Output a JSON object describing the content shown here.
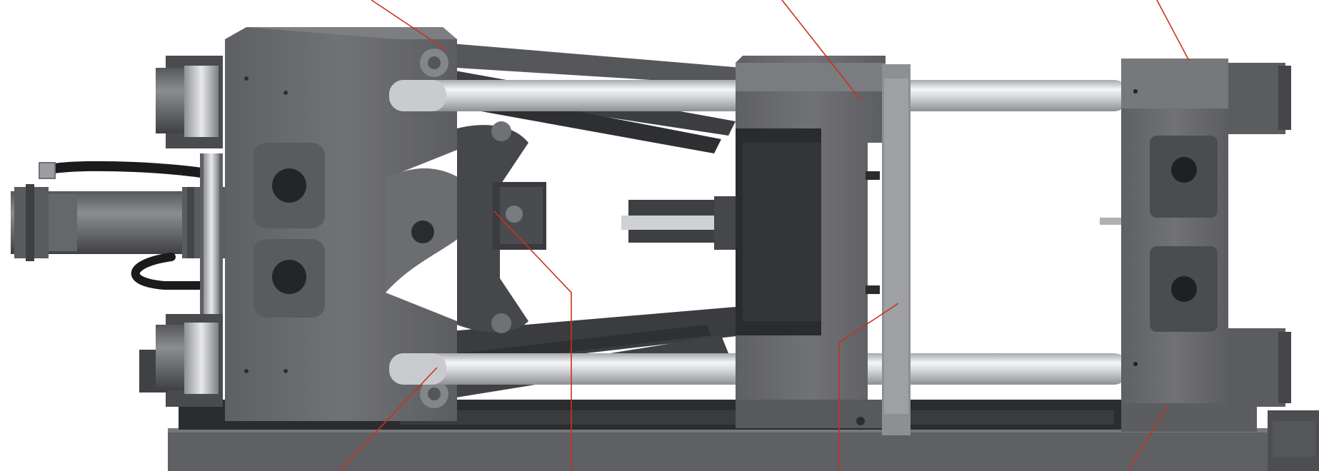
{
  "image": {
    "subject": "injection-molding-machine-clamping-unit",
    "callout_color": "#c8321e",
    "palette": {
      "frame": "#6b6c6f",
      "frame_dark": "#4a4b4e",
      "frame_light": "#85868a",
      "chrome": "#d9dadc",
      "chrome_dark": "#9c9ea2",
      "hose": "#1c1c1c",
      "base": "#5e5f62"
    },
    "callouts": [
      {
        "name": "toggle-link-callout"
      },
      {
        "name": "moving-platen-callout"
      },
      {
        "name": "fixed-platen-callout"
      },
      {
        "name": "tie-bar-callout"
      },
      {
        "name": "crosshead-callout"
      },
      {
        "name": "mold-area-callout"
      },
      {
        "name": "machine-base-callout"
      }
    ]
  }
}
